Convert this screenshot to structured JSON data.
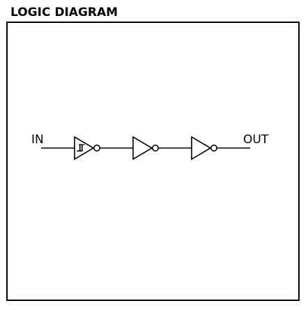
{
  "diagram": {
    "title": "LOGIC DIAGRAM",
    "input_label": "IN",
    "output_label": "OUT",
    "gates": [
      {
        "type": "inverter",
        "schmitt_trigger": true
      },
      {
        "type": "inverter",
        "schmitt_trigger": false
      },
      {
        "type": "inverter",
        "schmitt_trigger": false
      }
    ]
  },
  "colors": {
    "line": "#000000",
    "background": "#ffffff"
  }
}
